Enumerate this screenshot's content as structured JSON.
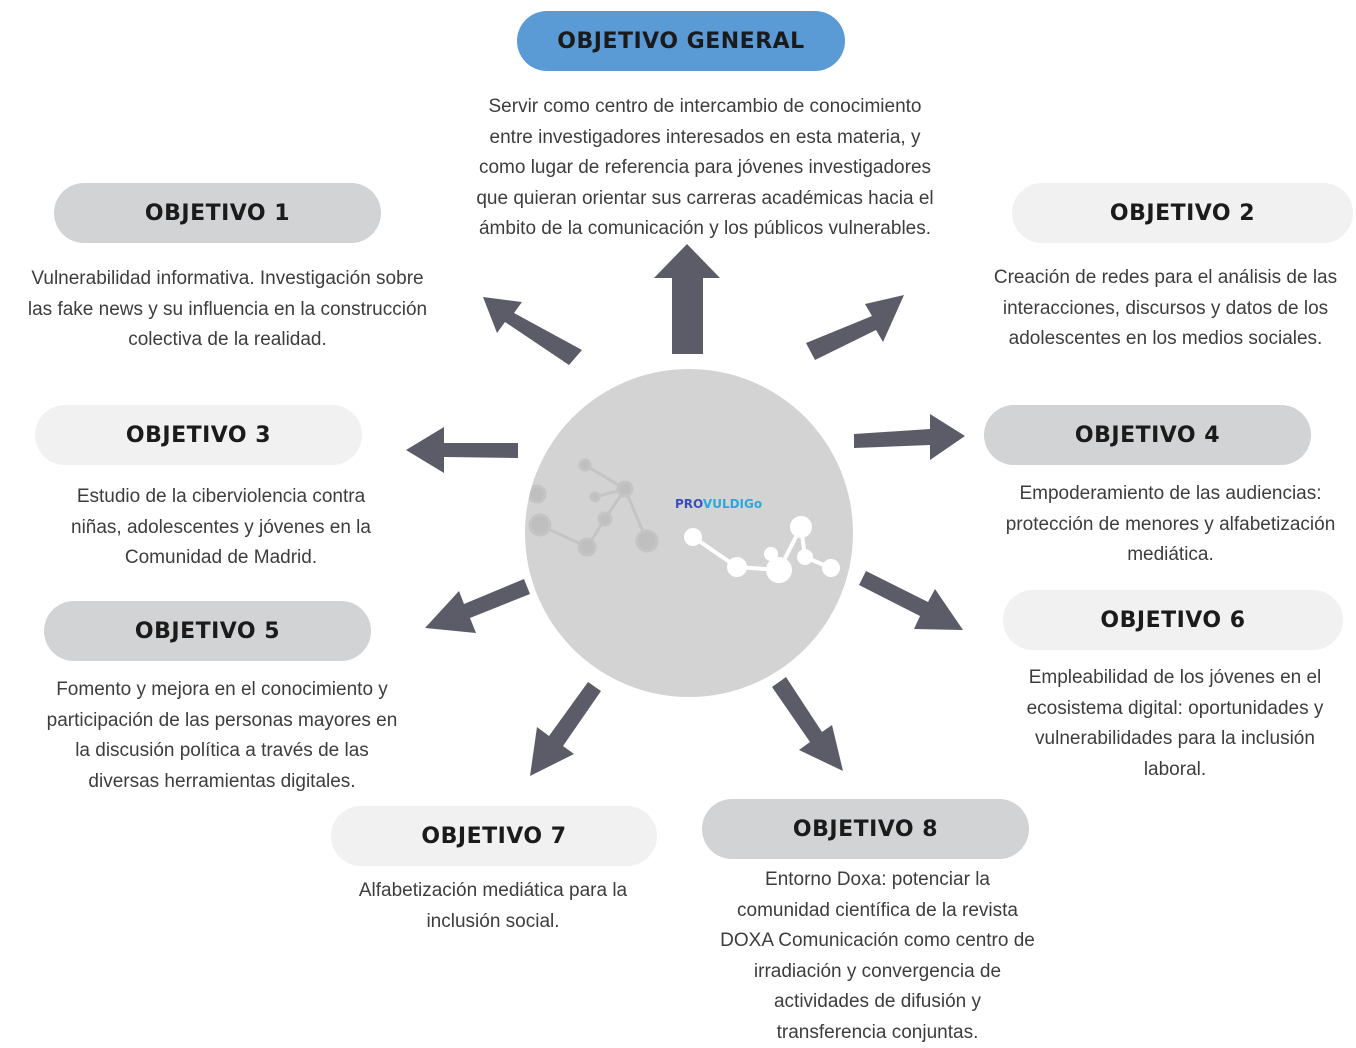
{
  "general": {
    "title": "OBJETIVO GENERAL",
    "text": "Servir como centro de intercambio de conocimiento\nentre investigadores interesados en esta materia, y\ncomo lugar de referencia para jóvenes investigadores\nque quieran orientar sus carreras académicas hacia el\námbito de la comunicación y los públicos vulnerables."
  },
  "objectives": [
    {
      "title": "OBJETIVO 1",
      "text": "Vulnerabilidad informativa. Investigación sobre\nlas fake news y su influencia en la construcción\ncolectiva de la realidad."
    },
    {
      "title": "OBJETIVO 2",
      "text": "Creación de redes para el análisis de las\ninteracciones, discursos y datos de los\nadolescentes en los medios sociales."
    },
    {
      "title": "OBJETIVO 3",
      "text": "Estudio de la ciberviolencia contra\nniñas, adolescentes y jóvenes en la\nComunidad de Madrid."
    },
    {
      "title": "OBJETIVO 4",
      "text": "Empoderamiento de las audiencias:\nprotección de menores y alfabetización\nmediática."
    },
    {
      "title": "OBJETIVO 5",
      "text": "Fomento y mejora en el conocimiento y\nparticipación de las personas mayores en\nla discusión política a través de  las\ndiversas herramientas digitales."
    },
    {
      "title": "OBJETIVO 6",
      "text": "Empleabilidad de los jóvenes en el\necosistema digital: oportunidades y\nvulnerabilidades para la inclusión\nlaboral."
    },
    {
      "title": "OBJETIVO 7",
      "text": "Alfabetización mediática para la\ninclusión social."
    },
    {
      "title": "OBJETIVO 8",
      "text": "Entorno Doxa: potenciar la\ncomunidad científica de la revista\nDOXA Comunicación como centro de\nirradiación y convergencia de\nactividades de difusión y\ntransferencia conjuntas."
    }
  ],
  "logo": {
    "part1": "PRO",
    "part2": "VULDIG",
    "part3": "o"
  },
  "colors": {
    "general_pill": "#5b9bd5",
    "gray_pill": "#d1d3d4",
    "light_pill": "#f1f1f1",
    "arrow": "#5c5c68",
    "hub": "#d3d3d3"
  }
}
